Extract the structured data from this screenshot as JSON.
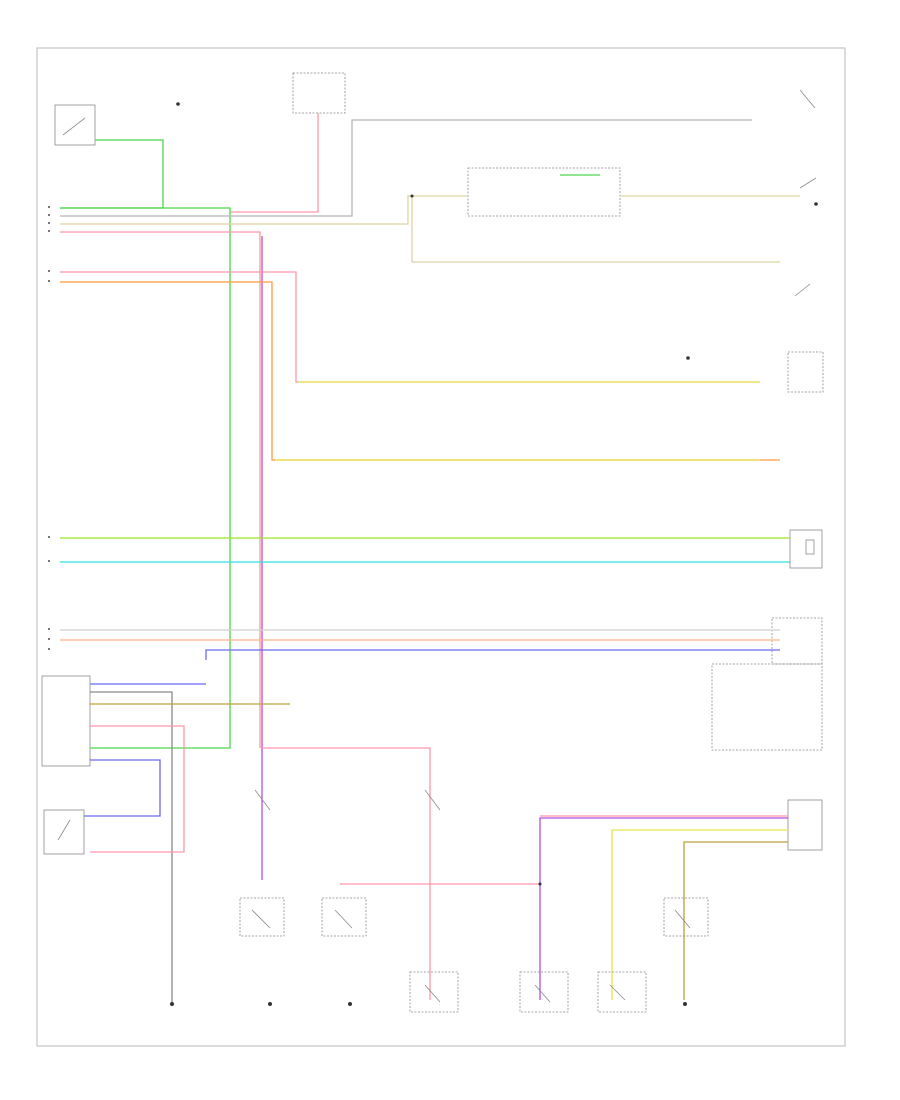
{
  "diagram": {
    "page_code": "",
    "sheet_marker": "",
    "colors": {
      "frame": "#bdbdbd",
      "black": "#555555",
      "green": "#4cd84c",
      "red": "#ff7b8f",
      "orange": "#ff9a3c",
      "yellow": "#e6e64a",
      "violet": "#b050e0",
      "cyan": "#2ee0e0",
      "blue": "#6a6af0",
      "lime": "#9be61e",
      "olive": "#b8a23c",
      "tan": "#ddd2a4",
      "gray": "#b5b5b5",
      "pink": "#ff96aa"
    },
    "wire_codes": {
      "green_black": "",
      "black_yellow": "",
      "green_white": "",
      "red_black": "",
      "yellow_red": "",
      "yellow_green": "",
      "green_yellow": "",
      "lt_green_yellow": "",
      "white": "",
      "pink": "",
      "blue_yellow": "",
      "purple_white": "",
      "blue_black": "",
      "red_yellow": "",
      "green_red": ""
    },
    "components": [
      {
        "key": "fuse_box",
        "lines": [
          "",
          ""
        ]
      },
      {
        "key": "flashlight_switch",
        "lines": [
          "",
          "",
          ""
        ]
      },
      {
        "key": "door_lock_actuator_upper",
        "lines": [
          "",
          ""
        ]
      },
      {
        "key": "left_door_switch",
        "lines": [
          "",
          "",
          "",
          ""
        ]
      },
      {
        "key": "rear_window_defogger",
        "lines": [
          "",
          "",
          ""
        ]
      },
      {
        "key": "door_lock_relay",
        "lines": [
          "",
          "",
          ""
        ]
      },
      {
        "key": "front_right_switch",
        "lines": [
          "",
          "",
          ""
        ]
      },
      {
        "key": "key_cylinder_switch",
        "lines": [
          "",
          "",
          ""
        ]
      },
      {
        "key": "dash_warning",
        "lines": [
          "",
          "",
          "",
          "",
          "",
          ""
        ]
      },
      {
        "key": "trunk_unlock",
        "lines": [
          "",
          "",
          ""
        ]
      },
      {
        "key": "engine_control",
        "lines": [
          "",
          "",
          ""
        ]
      },
      {
        "key": "security_module",
        "lines": [
          "",
          "",
          "",
          "",
          ""
        ]
      },
      {
        "key": "right_door_module",
        "lines": [
          "",
          "",
          "",
          "",
          "",
          ""
        ]
      },
      {
        "key": "control_unit",
        "lines": [
          "",
          "",
          "",
          ""
        ]
      },
      {
        "key": "switch_left_front",
        "lines": [
          "",
          "",
          ""
        ]
      },
      {
        "key": "switch_right_front",
        "lines": [
          "",
          "",
          ""
        ]
      },
      {
        "key": "door_switch_a",
        "lines": [
          "",
          "",
          "",
          ""
        ]
      },
      {
        "key": "door_switch_b",
        "lines": [
          "",
          "",
          "",
          ""
        ]
      },
      {
        "key": "door_switch_c",
        "lines": [
          "",
          "",
          ""
        ]
      },
      {
        "key": "door_switch_d",
        "lines": [
          "",
          "",
          ""
        ]
      },
      {
        "key": "switch_e",
        "lines": [
          "",
          "",
          ""
        ]
      },
      {
        "key": "ground_1",
        "lines": [
          "",
          "",
          ""
        ]
      },
      {
        "key": "ground_2",
        "lines": [
          "",
          "",
          ""
        ]
      },
      {
        "key": "ground_3",
        "lines": [
          "",
          "",
          ""
        ]
      },
      {
        "key": "ground_4",
        "lines": [
          "",
          "",
          ""
        ]
      }
    ]
  }
}
